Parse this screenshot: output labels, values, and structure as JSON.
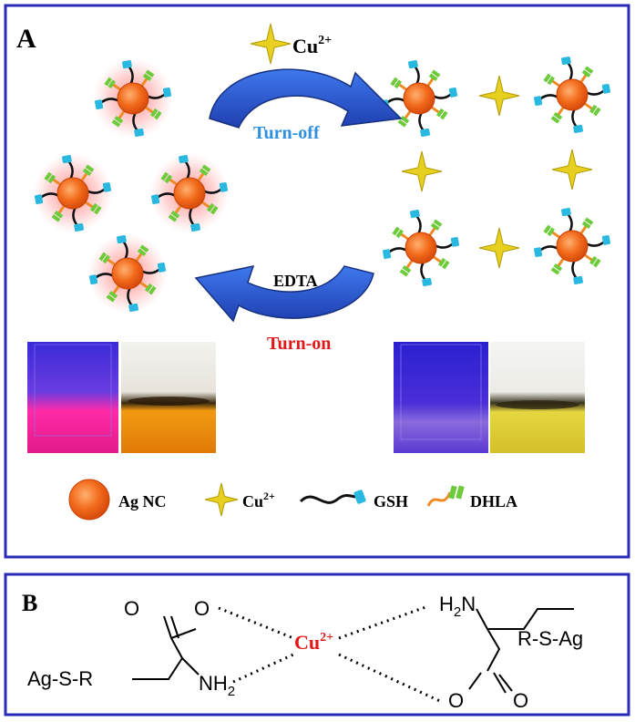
{
  "panel_a": {
    "label": "A",
    "top_arrow_label": "Turn-off",
    "bottom_arrow_label": "Turn-on",
    "top_reagent": "Cu",
    "top_reagent_charge": "2+",
    "bottom_reagent": "EDTA",
    "legend": {
      "ag_nc": "Ag NC",
      "cu": "Cu",
      "cu_charge": "2+",
      "gsh": "GSH",
      "dhla": "DHLA"
    },
    "colors": {
      "arrow": "#2f5ed6",
      "turn_off": "#2f8fe0",
      "turn_on": "#e01818",
      "nanocluster": "#f26a1b",
      "star": "#e8d020",
      "gsh": "#29b8e0",
      "dhla_orange": "#f08a24",
      "dhla_green": "#6ccb3a",
      "frame": "#2a2ab8"
    }
  },
  "panel_b": {
    "label": "B",
    "left_substituent": "Ag-S-R",
    "right_substituent": "R-S-Ag",
    "left_amine": "NH",
    "left_amine_sub": "2",
    "right_amine_pre": "H",
    "right_amine_sub": "2",
    "right_amine_post": "N",
    "center_ion": "Cu",
    "center_charge": "2+",
    "oxygen": "O"
  }
}
